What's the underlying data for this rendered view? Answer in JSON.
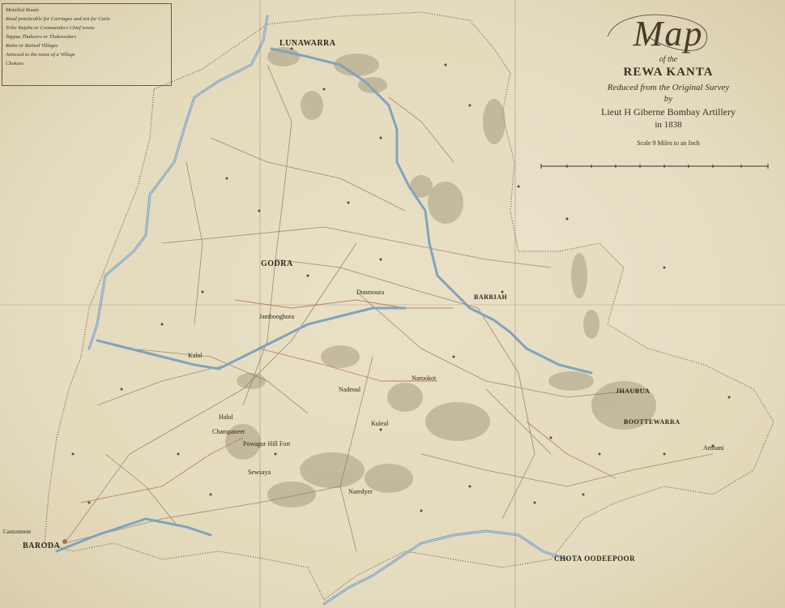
{
  "title": {
    "map_word": "Map",
    "of_the": "of the",
    "region": "REWA KANTA",
    "subtitle": "Reduced from the Original Survey",
    "by": "by",
    "author": "Lieut H Giberne Bombay Artillery",
    "year": "in 1838",
    "scale": "Scale 9 Miles to an Inch"
  },
  "legend": [
    "Metalled Roads",
    "Road practicable for Carriages and not for Carts",
    "Tribe Rajahs or Commanders Chief towns",
    "Tappas Thakoors or Thakoordars",
    "Ruins or Ruined Villages",
    "Annexed to the name of a Village",
    "Chokees"
  ],
  "places": {
    "lunawarra": "LUNAWARRA",
    "godra": "GODRA",
    "baroda": "BARODA",
    "cantonment": "Cantonment",
    "barriah": "BARRIAH",
    "chota_oodeepoor": "CHOTA OODEEPOOR",
    "jhaubua": "JHAUBUA",
    "boottewarra": "BOOTTEWARRA",
    "halol": "Halol",
    "champaneer": "Champaneer",
    "powagurh": "Powagur Hill Fort",
    "dunmoura": "Dunmoura",
    "nadeoul": "Nadeoul",
    "kalol": "Kalol",
    "jambooghora": "Jambooghora",
    "sewsaya": "Sewsaya",
    "kuleal": "Kuleal",
    "narookot": "Narookot",
    "naredyer": "Naredyer",
    "ambani": "Ambani"
  },
  "colors": {
    "paper": "#e9e1c9",
    "river": "#7fa3bd",
    "ink": "#3a2f22",
    "road": "#8a7a62",
    "red_road": "#b06a5a",
    "hills": "#9c9277"
  }
}
